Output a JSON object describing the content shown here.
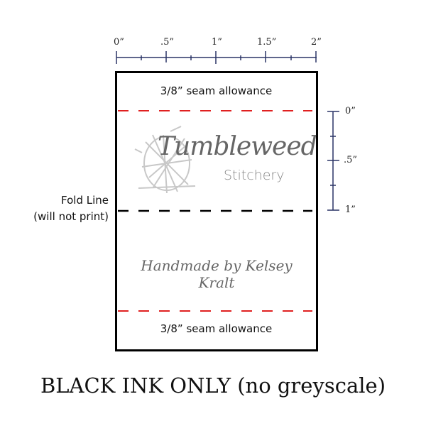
{
  "top_ruler": {
    "labels": [
      "0”",
      ".5”",
      "1”",
      "1.5”",
      "2”"
    ]
  },
  "side_ruler": {
    "labels": [
      "0”",
      ".5”",
      "1”"
    ]
  },
  "seam_top": "3/8” seam allowance",
  "seam_bottom": "3/8” seam allowance",
  "fold": {
    "line1": "Fold Line",
    "line2": "(will not print)"
  },
  "logo": {
    "name": "Tumbleweed",
    "sub": "Stitchery"
  },
  "handmade": "Handmade by Kelsey Kralt",
  "title": "BLACK INK ONLY (no greyscale)",
  "colors": {
    "ruler": "#2a3466",
    "seam_line": "#e02020",
    "fold_line": "#000000",
    "logo_grey": "#777777",
    "tumbleweed": "#c8c8c8"
  }
}
